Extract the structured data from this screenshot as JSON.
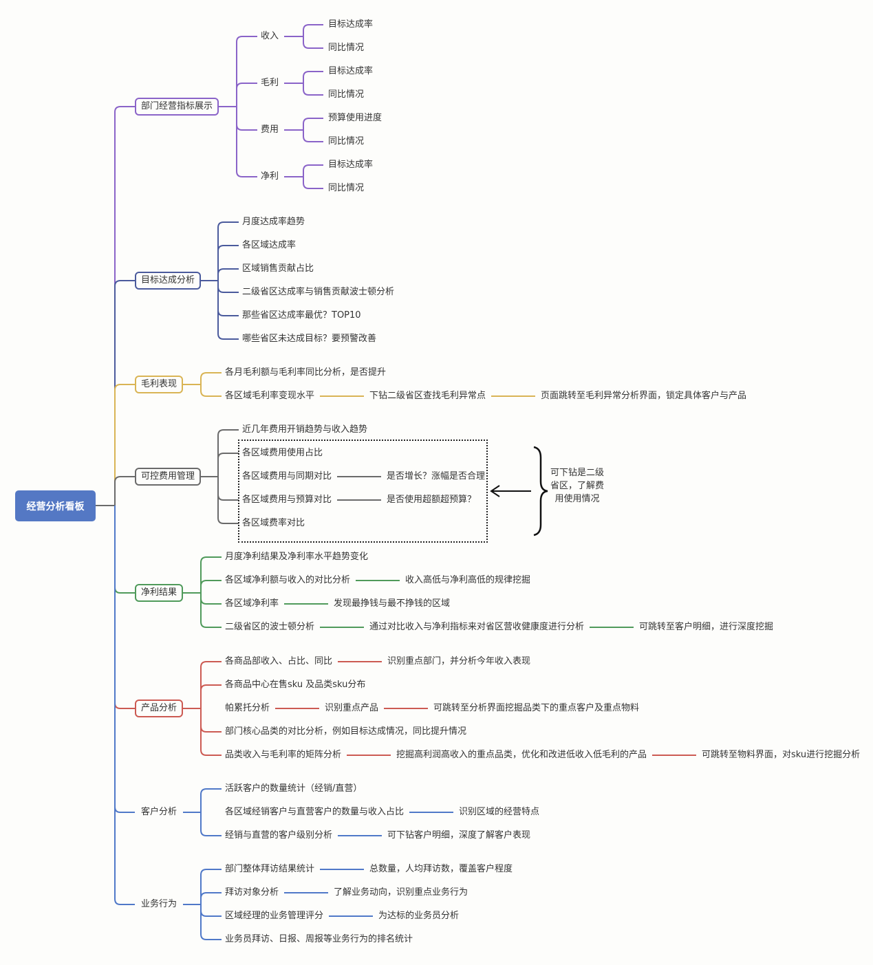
{
  "root": {
    "label": "经营分析看板"
  },
  "branches": [
    {
      "id": "dept",
      "label": "部门经营指标展示",
      "color": "#8a63c8",
      "boxed": true,
      "children": [
        {
          "label": "收入",
          "children": [
            {
              "label": "目标达成率"
            },
            {
              "label": "同比情况"
            }
          ]
        },
        {
          "label": "毛利",
          "children": [
            {
              "label": "目标达成率"
            },
            {
              "label": "同比情况"
            }
          ]
        },
        {
          "label": "费用",
          "children": [
            {
              "label": "预算使用进度"
            },
            {
              "label": "同比情况"
            }
          ]
        },
        {
          "label": "净利",
          "children": [
            {
              "label": "目标达成率"
            },
            {
              "label": "同比情况"
            }
          ]
        }
      ]
    },
    {
      "id": "target",
      "label": "目标达成分析",
      "color": "#4a5a9c",
      "boxed": true,
      "children": [
        {
          "label": "月度达成率趋势"
        },
        {
          "label": "各区域达成率"
        },
        {
          "label": "区域销售贡献占比"
        },
        {
          "label": "二级省区达成率与销售贡献波士顿分析"
        },
        {
          "label": "那些省区达成率最优？TOP10"
        },
        {
          "label": "哪些省区未达成目标？要预警改善"
        }
      ]
    },
    {
      "id": "gross",
      "label": "毛利表现",
      "color": "#d9b454",
      "boxed": true,
      "children": [
        {
          "label": "各月毛利额与毛利率同比分析，是否提升"
        },
        {
          "label": "各区域毛利率变现水平",
          "chain": [
            "下钻二级省区查找毛利异常点",
            "页面跳转至毛利异常分析界面，锁定具体客户与产品"
          ]
        }
      ]
    },
    {
      "id": "cost",
      "label": "可控费用管理",
      "color": "#6a6a6a",
      "boxed": true,
      "children": [
        {
          "label": "近几年费用开销趋势与收入趋势"
        },
        {
          "label": "各区域费用使用占比"
        },
        {
          "label": "各区域费用与同期对比",
          "chain": [
            "是否增长？涨幅是否合理"
          ]
        },
        {
          "label": "各区域费用与预算对比",
          "chain": [
            "是否使用超额超预算？"
          ]
        },
        {
          "label": "各区域费率对比"
        }
      ],
      "note": "可下钻是二级省区，了解费用使用情况"
    },
    {
      "id": "net",
      "label": "净利结果",
      "color": "#4f9a5a",
      "boxed": true,
      "children": [
        {
          "label": "月度净利结果及净利率水平趋势变化"
        },
        {
          "label": "各区域净利额与收入的对比分析",
          "chain": [
            "收入高低与净利高低的规律挖掘"
          ]
        },
        {
          "label": "各区域净利率",
          "chain": [
            "发现最挣钱与最不挣钱的区域"
          ]
        },
        {
          "label": "二级省区的波士顿分析",
          "chain": [
            "通过对比收入与净利指标来对省区营收健康度进行分析",
            "可跳转至客户明细，进行深度挖掘"
          ]
        }
      ]
    },
    {
      "id": "product",
      "label": "产品分析",
      "color": "#cc5a52",
      "boxed": true,
      "children": [
        {
          "label": "各商品部收入、占比、同比",
          "chain": [
            "识别重点部门，并分析今年收入表现"
          ]
        },
        {
          "label": "各商品中心在售sku 及品类sku分布"
        },
        {
          "label": "帕累托分析",
          "chain": [
            "识别重点产品",
            "可跳转至分析界面挖掘品类下的重点客户及重点物料"
          ]
        },
        {
          "label": "部门核心品类的对比分析，例如目标达成情况，同比提升情况"
        },
        {
          "label": "品类收入与毛利率的矩阵分析",
          "chain": [
            "挖掘高利润高收入的重点品类，优化和改进低收入低毛利的产品",
            "可跳转至物料界面，对sku进行挖掘分析"
          ]
        }
      ]
    },
    {
      "id": "customer",
      "label": "客户分析",
      "color": "#4f78c8",
      "boxed": false,
      "children": [
        {
          "label": "活跃客户的数量统计（经销/直营）"
        },
        {
          "label": "各区域经销客户与直营客户的数量与收入占比",
          "chain": [
            "识别区域的经营特点"
          ]
        },
        {
          "label": "经销与直营的客户级别分析",
          "chain": [
            "可下钻客户明细，深度了解客户表现"
          ]
        }
      ]
    },
    {
      "id": "behavior",
      "label": "业务行为",
      "color": "#4f78c8",
      "boxed": false,
      "children": [
        {
          "label": "部门整体拜访结果统计",
          "chain": [
            "总数量，人均拜访数，覆盖客户程度"
          ]
        },
        {
          "label": "拜访对象分析",
          "chain": [
            "了解业务动向，识别重点业务行为"
          ]
        },
        {
          "label": "区域经理的业务管理评分",
          "chain": [
            "为达标的业务员分析"
          ]
        },
        {
          "label": "业务员拜访、日报、周报等业务行为的排名统计"
        }
      ]
    }
  ]
}
